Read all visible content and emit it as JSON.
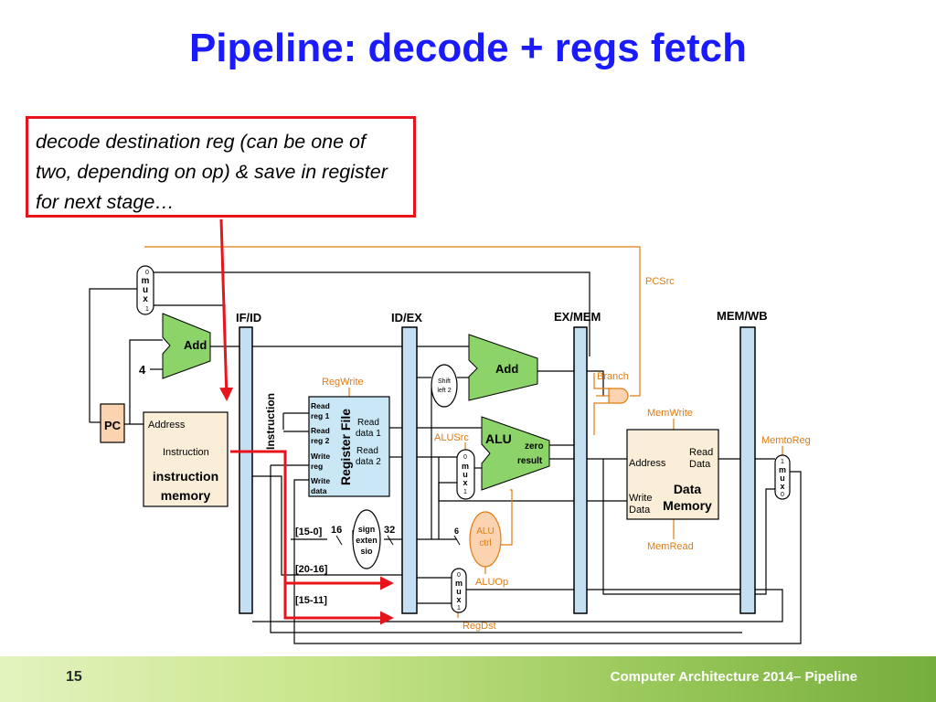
{
  "slide": {
    "title": "Pipeline: decode + regs fetch",
    "callout": "decode destination reg (can be one of two, depending on op) & save in register for next stage…",
    "page_number": "15",
    "footer": "Computer Architecture 2014– Pipeline"
  },
  "colors": {
    "title": "#1a1aff",
    "callout_border": "#e8141c",
    "control": "#e07b12",
    "component_fill": "#fbd3b0",
    "pipeline_register": "#c5dff2"
  },
  "diagram": {
    "pipeline_registers": [
      "IF/ID",
      "ID/EX",
      "EX/MEM",
      "MEM/WB"
    ],
    "pc": "PC",
    "const_four": "4",
    "adder1": "Add",
    "adder2": "Add",
    "shift": [
      "Shift",
      "left 2"
    ],
    "imem": {
      "address": "Address",
      "instruction": "Instruction",
      "name1": "instruction",
      "name2": "memory"
    },
    "instruction_bus": "Instruction",
    "regfile": {
      "name": "Register File",
      "read_reg_1": [
        "Read",
        "reg 1"
      ],
      "read_reg_2": [
        "Read",
        "reg 2"
      ],
      "write_reg": [
        "Write",
        "reg"
      ],
      "write_data": [
        "Write",
        "data"
      ],
      "read_data_1": [
        "Read",
        "data 1"
      ],
      "read_data_2": [
        "Read",
        "data 2"
      ]
    },
    "alu": {
      "name": "ALU",
      "zero": "zero",
      "result": "result"
    },
    "alu_ctrl": [
      "ALU",
      "ctrl"
    ],
    "sign_ext": [
      "sign",
      "exten",
      "sio"
    ],
    "dmem": {
      "address": "Address",
      "read_data": [
        "Read",
        "Data"
      ],
      "write_data": [
        "Write",
        "Data"
      ],
      "name1": "Data",
      "name2": "Memory"
    },
    "control_signals": {
      "pcsrc": "PCSrc",
      "branch": "Branch",
      "regwrite": "RegWrite",
      "alusrc": "ALUSrc",
      "memwrite": "MemWrite",
      "memtoreg": "MemtoReg",
      "memread": "MemRead",
      "aluop": "ALUOp",
      "regdst": "RegDst"
    },
    "fields": {
      "imm": "[15-0]",
      "rt": "[20-16]",
      "rd": "[15-11]"
    },
    "widths": {
      "w16": "16",
      "w32": "32",
      "w6": "6"
    },
    "mux_letters": [
      "m",
      "u",
      "x"
    ],
    "mux_select": {
      "zero": "0",
      "one": "1"
    }
  }
}
